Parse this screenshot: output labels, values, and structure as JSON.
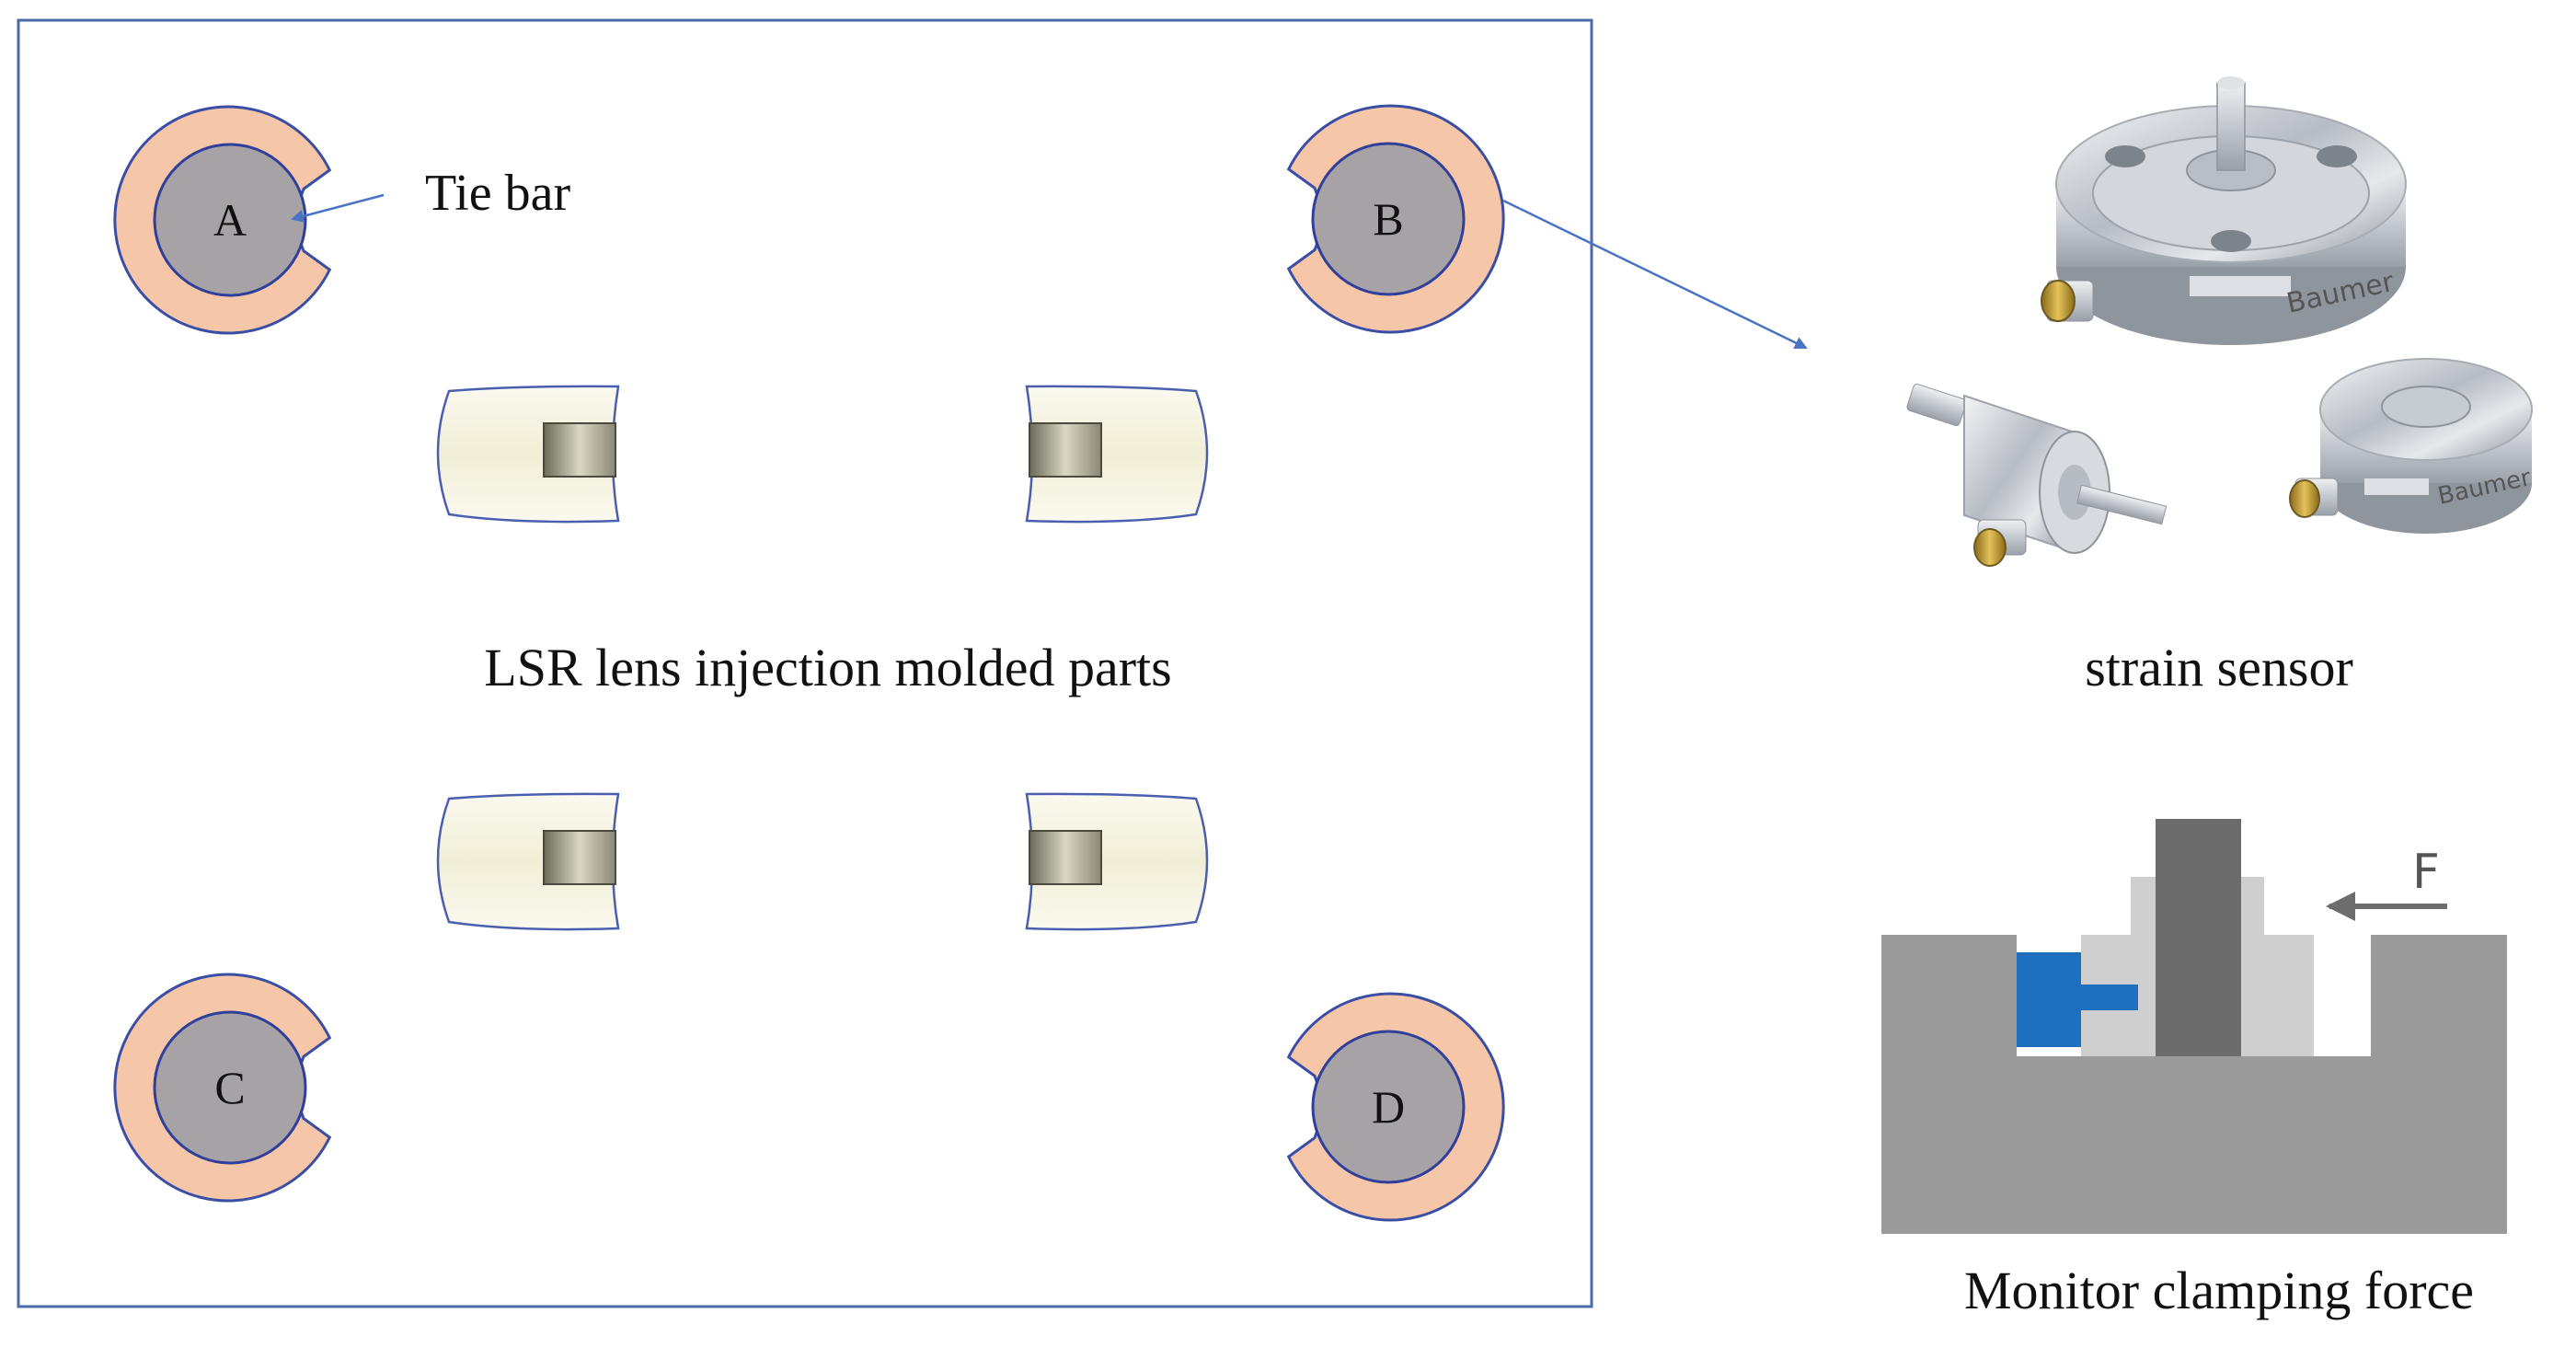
{
  "tie_bars": {
    "label": "Tie bar",
    "A": "A",
    "B": "B",
    "C": "C",
    "D": "D"
  },
  "parts_label": "LSR lens injection molded parts",
  "sensor": {
    "label": "strain sensor",
    "brand": "Baumer"
  },
  "clamping": {
    "label": "Monitor clamping force",
    "force": "F"
  },
  "colors": {
    "mold_border": "#4a6aa8",
    "tie_bar_fill": "#a6a2a5",
    "tie_bar_stroke": "#2f3f9a",
    "collar_fill": "#f6c6a8",
    "collar_stroke": "#3b4ea5",
    "lens_fill": "#f4f1dc",
    "arrow": "#4a73c4",
    "sensor_metal": "#c9cdd3",
    "base_gray": "#9a9a9a",
    "sensor_blue": "#1f6fbf"
  }
}
